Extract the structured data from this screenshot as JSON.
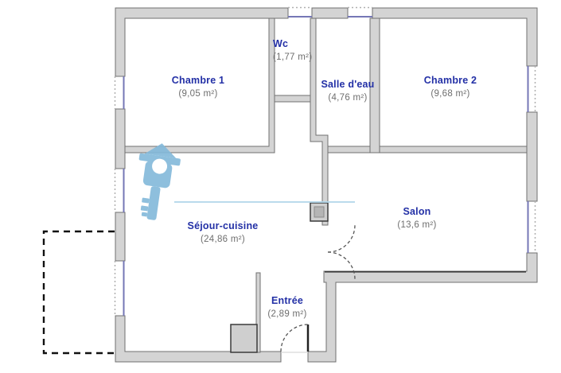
{
  "plan": {
    "colors": {
      "background": "#ffffff",
      "wall_fill": "#d4d4d4",
      "wall_stroke": "#707070",
      "room_name": "#2330a6",
      "room_area": "#6e6e6e",
      "window_blue": "#7577b6",
      "watermark_blue": "#82b9da",
      "balcony_dash": "#111111",
      "divider_line_blue": "#b2d7ea"
    },
    "watermark": {
      "icon": "key-house-icon"
    },
    "rooms": [
      {
        "id": "chambre1",
        "name": "Chambre 1",
        "area": "(9,05 m²)"
      },
      {
        "id": "wc",
        "name": "Wc",
        "area": "(1,77 m²)"
      },
      {
        "id": "salle_eau",
        "name": "Salle d'eau",
        "area": "(4,76 m²)"
      },
      {
        "id": "chambre2",
        "name": "Chambre 2",
        "area": "(9,68 m²)"
      },
      {
        "id": "sejour",
        "name": "Séjour-cuisine",
        "area": "(24,86 m²)"
      },
      {
        "id": "salon",
        "name": "Salon",
        "area": "(13,6 m²)"
      },
      {
        "id": "entree",
        "name": "Entrée",
        "area": "(2,89 m²)"
      }
    ]
  }
}
